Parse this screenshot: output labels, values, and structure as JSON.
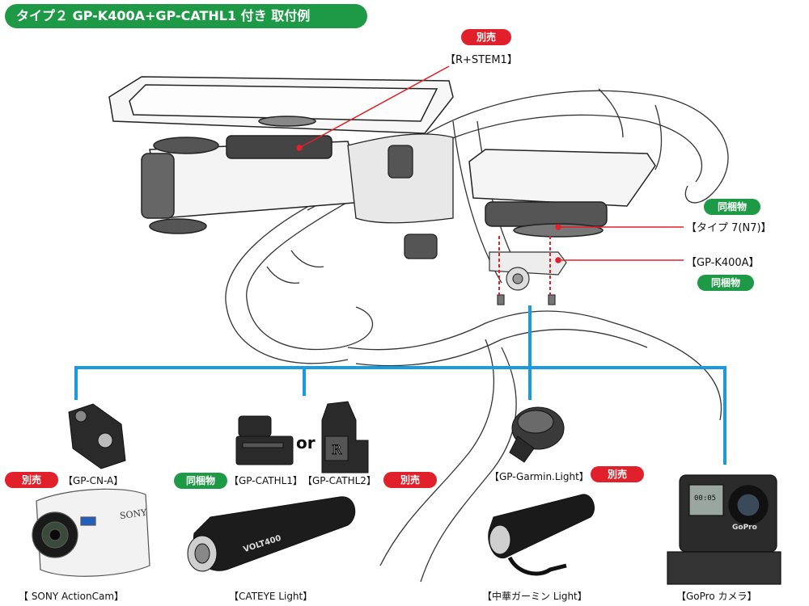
{
  "title": "タイプ２ GP-K400A+GP-CATHL1 付き 取付例",
  "badges": {
    "separate": "別売",
    "included": "同梱物"
  },
  "labels": {
    "stem": "【R+STEM1】",
    "type7": "【タイプ 7(N7)】",
    "k400a": "【GP-K400A】",
    "cn_a": "【GP-CN-A】",
    "cathl1": "【GP-CATHL1】",
    "cathl2": "【GP-CATHL2】",
    "garmin_light": "【GP-Garmin.Light】",
    "sony": "【 SONY ActionCam】",
    "cateye": "【CATEYE Light】",
    "chuka": "【中華ガーミン Light】",
    "gopro": "【GoPro カメラ】"
  },
  "or_text": "or",
  "device_text": {
    "sony_brand": "SONY",
    "volt": "VOLT400",
    "gopro_brand": "GoPro",
    "gopro_screen": "00:05"
  },
  "colors": {
    "green": "#1e9a46",
    "red": "#e0202a",
    "blue": "#1a9be0"
  }
}
